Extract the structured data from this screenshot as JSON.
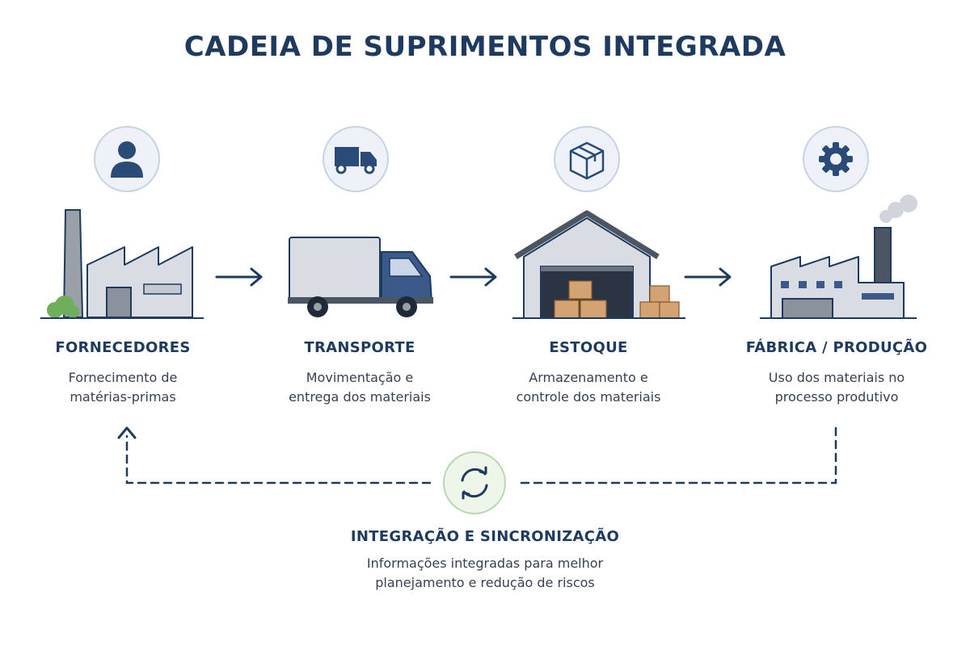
{
  "title": "CADEIA DE SUPRIMENTOS INTEGRADA",
  "colors": {
    "navy": "#1e3a5f",
    "gray": "#d1d5db",
    "truck_cab": "#3b5a8a",
    "box": "#d4a373",
    "green_accent": "#6fae5a",
    "circle_bg": "#eef2f8",
    "sync_bg": "#eef6ea"
  },
  "stages": [
    {
      "id": "fornecedores",
      "icon": "user-icon",
      "illustration": "supplier-factory",
      "title": "FORNECEDORES",
      "desc_line1": "Fornecimento de",
      "desc_line2": "matérias-primas"
    },
    {
      "id": "transporte",
      "icon": "truck-icon",
      "illustration": "delivery-truck",
      "title": "TRANSPORTE",
      "desc_line1": "Movimentação e",
      "desc_line2": "entrega dos materiais"
    },
    {
      "id": "estoque",
      "icon": "box-icon",
      "illustration": "warehouse",
      "title": "ESTOQUE",
      "desc_line1": "Armazenamento e",
      "desc_line2": "controle dos materiais"
    },
    {
      "id": "fabrica",
      "icon": "gear-icon",
      "illustration": "production-factory",
      "title": "FÁBRICA / PRODUÇÃO",
      "desc_line1": "Uso dos materiais no",
      "desc_line2": "processo produtivo"
    }
  ],
  "integration": {
    "icon": "sync-icon",
    "title": "INTEGRAÇÃO E SINCRONIZAÇÃO",
    "desc_line1": "Informações integradas para melhor",
    "desc_line2": "planejamento e redução de riscos"
  }
}
